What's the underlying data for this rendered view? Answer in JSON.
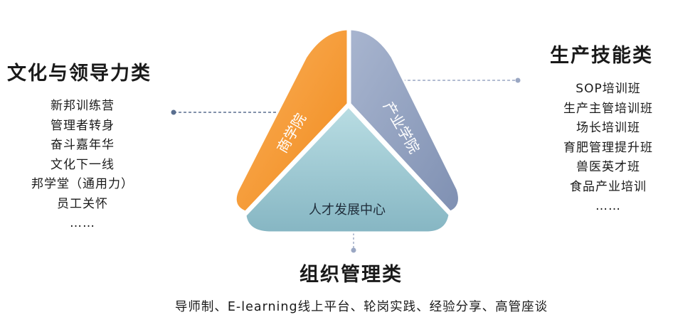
{
  "diagram": {
    "center_labels": {
      "left": "商学院",
      "right": "产业学院",
      "bottom": "人才发展中心"
    },
    "colors": {
      "left_panel": "#f6922b",
      "right_panel": "#8f9fbe",
      "bottom_panel": "#9fcad2",
      "connector": "#5a6f8f"
    }
  },
  "left_group": {
    "title": "文化与领导力类",
    "items": [
      "新邦训练营",
      "管理者转身",
      "奋斗嘉年华",
      "文化下一线",
      "邦学堂（通用力）",
      "员工关怀",
      "……"
    ]
  },
  "right_group": {
    "title": "生产技能类",
    "items": [
      "SOP培训班",
      "生产主管培训班",
      "场长培训班",
      "育肥管理提升班",
      "兽医英才班",
      "食品产业培训",
      "……"
    ]
  },
  "bottom_group": {
    "title": "组织管理类",
    "text": "导师制、E-learning线上平台、轮岗实践、经验分享、高管座谈"
  }
}
